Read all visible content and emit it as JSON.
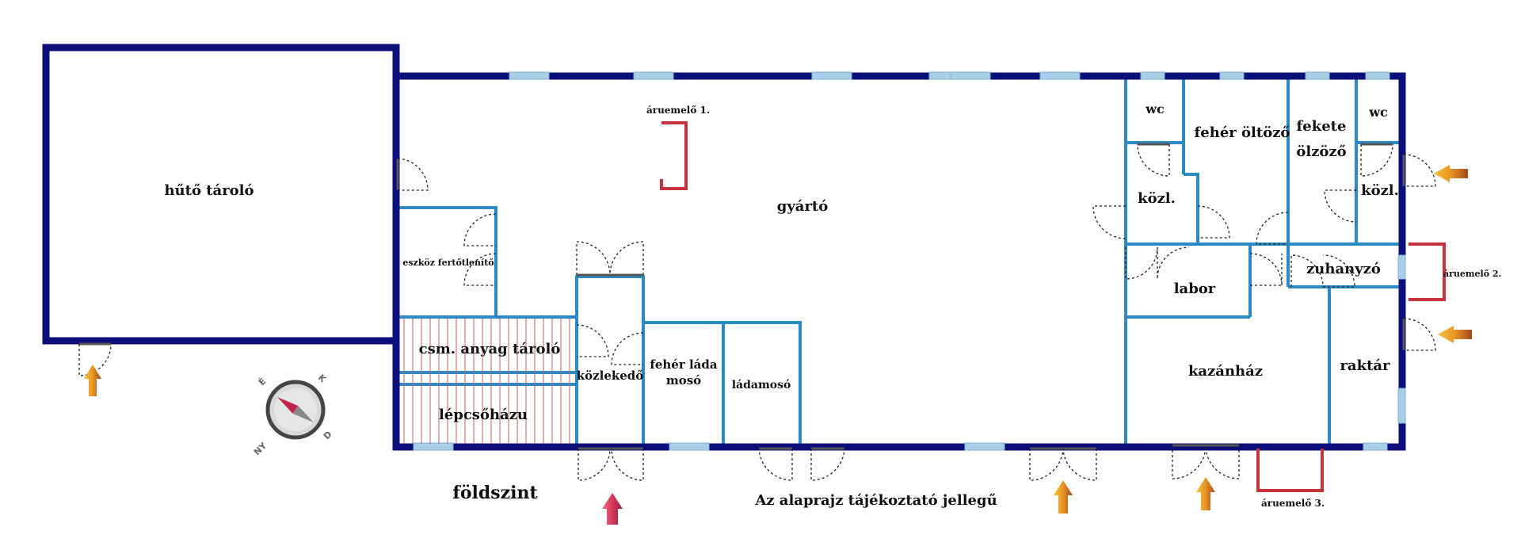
{
  "plan": {
    "rooms": {
      "huto_tarolo": "hűtő tároló",
      "gyarto": "gyártó",
      "eszkoz_fertotlenito": "eszköz fertőtlenítő",
      "csm_anyag_tarolo": "csm. anyag tároló",
      "lepcsohazu": "lépcsőházu",
      "kozlekedo": "közlekedő",
      "feher_lada_moso_1": "fehér láda",
      "feher_lada_moso_2": "mosó",
      "ladamoso": "ládamosó",
      "wc_left": "wc",
      "feher_oltozo": "fehér öltöző",
      "fekete_olzozo_1": "fekete",
      "fekete_olzozo_2": "ölzöző",
      "wc_right": "wc",
      "kozl_left": "közl.",
      "kozl_right": "közl.",
      "zuhanyzo": "zuhanyzó",
      "labor": "labor",
      "kazanhaz": "kazánház",
      "raktar": "raktár"
    },
    "lifts": {
      "lift1": "áruemelő 1.",
      "lift2": "áruemelő 2.",
      "lift3": "áruemelő 3."
    },
    "floor_label": "földszint",
    "disclaimer": "Az alaprajz tájékoztató jellegű",
    "compass": {
      "north": "É",
      "east": "K",
      "south": "D",
      "west": "NY"
    },
    "colors": {
      "outer_wall": "#0c0f7a",
      "inner_wall": "#2b8ac4",
      "lift_outline": "#c8323c",
      "entry_arrow": "#e8a020",
      "main_entry_arrow": "#d83a5a"
    }
  }
}
